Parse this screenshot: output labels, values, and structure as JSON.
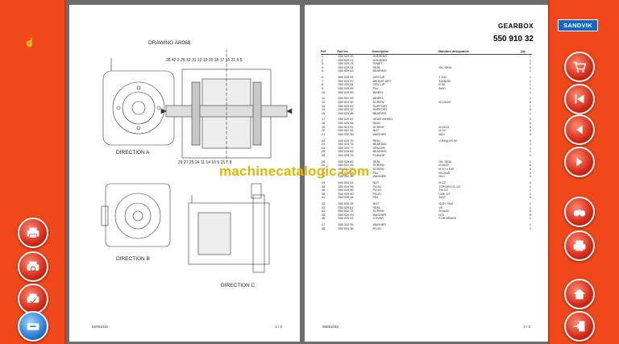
{
  "brand": "SANDVIK",
  "watermark": "machinecatalogic.com",
  "header": {
    "title": "GEARBOX",
    "number": "550 910 32"
  },
  "left_page": {
    "drawing_title": "DRAWING AR068",
    "views": [
      "DIRECTION A",
      "DIRECTION B",
      "DIRECTION C"
    ],
    "top_callouts": "28 42  2  26 12 31 13 19 20 18     17 16 21 6  5",
    "bottom_callouts": "29 27 25 24 11 14 10  9  15  7  8",
    "footer_left": "55091032",
    "footer_right": "1 /  2"
  },
  "table": {
    "headers": [
      "Ref",
      "Part no.",
      "Description",
      "Standard designation",
      "Qty"
    ],
    "rows": [
      [
        "1",
        "550 029 20",
        "HOUSING",
        "",
        "1"
      ],
      [
        "2",
        "550 029 21",
        "HOUSING",
        "",
        "1"
      ],
      [
        "3",
        "550 029 24",
        "SHAFT",
        "",
        "1"
      ],
      [
        "4",
        "550 029 51",
        "SEAL",
        "OIL SEAL",
        "1"
      ],
      [
        "5",
        "550 029 63",
        "BEARING",
        "",
        "1"
      ],
      [
        "",
        "",
        "",
        "",
        ""
      ],
      [
        "6",
        "550 029 53",
        "CIRCLIP",
        "J 130",
        "1"
      ],
      [
        "7",
        "550 029 67",
        "WEDGE KEY",
        "12x8x30",
        "1"
      ],
      [
        "8",
        "550 029 54",
        "CIRCLIP",
        "E 90",
        "1"
      ],
      [
        "9",
        "550 029 55",
        "PIN",
        "8x20",
        "2"
      ],
      [
        "10",
        "550 029 89",
        "WHEEL",
        "",
        "1"
      ],
      [
        "",
        "",
        "",
        "",
        ""
      ],
      [
        "11",
        "550 531 50",
        "WHEEL",
        "",
        "1"
      ],
      [
        "12",
        "550 531 90",
        "SCREW",
        "M 10x20",
        "6"
      ],
      [
        "13",
        "550 029 62",
        "SUPPORT",
        "",
        "1"
      ],
      [
        "14",
        "550 029 92",
        "SUPPORT",
        "",
        "3"
      ],
      [
        "15",
        "550 029 88",
        "BEARING",
        "",
        "1"
      ],
      [
        "",
        "",
        "",
        "",
        ""
      ],
      [
        "17",
        "550 029 87",
        "GEAR WHEEL",
        "",
        "3"
      ],
      [
        "18",
        "550 029 84",
        "RING",
        "",
        "3"
      ],
      [
        "19",
        "550 531 91",
        "SCREW",
        "M 4X12",
        "5"
      ],
      [
        "20",
        "550 531 31",
        "NUT",
        "M 12",
        "3"
      ],
      [
        "21",
        "550 032 36",
        "WASHER",
        "M12",
        "3"
      ],
      [
        "",
        "",
        "",
        "",
        ""
      ],
      [
        "22",
        "550 029 70",
        "RING",
        "V-Ring VS-90",
        "1"
      ],
      [
        "23",
        "550 029 76",
        "BEARING",
        "",
        "1"
      ],
      [
        "24",
        "550 029 77",
        "SPACER",
        "",
        "1"
      ],
      [
        "25",
        "550 029 69",
        "BEARING",
        "",
        "1"
      ],
      [
        "26",
        "550 029 75",
        "FLANGE",
        "",
        "1"
      ],
      [
        "",
        "",
        "",
        "",
        ""
      ],
      [
        "28",
        "550 029 82",
        "SEAL",
        "OIL SEAL",
        "1"
      ],
      [
        "29",
        "550 531 92",
        "SCREW",
        "M 8x20",
        "6"
      ],
      [
        "30",
        "550 531 93",
        "SCREW",
        "M 10 x 100",
        "4"
      ],
      [
        "31",
        "550 029 83",
        "PIN",
        "M12x45",
        "4"
      ],
      [
        "32",
        "550 032 36",
        "WASHER",
        "M12",
        "4"
      ],
      [
        "",
        "",
        "",
        "",
        ""
      ],
      [
        "34",
        "550 032 31",
        "NUT",
        "M 12",
        "4"
      ],
      [
        "35",
        "550 029 95",
        "PLUG",
        "TOPGRO G-1/2",
        "1"
      ],
      [
        "36",
        "550 029 96",
        "PLUG",
        "TM 1/2",
        "1"
      ],
      [
        "38",
        "550 029 90",
        "PLUG",
        "LMK 1/2",
        "1"
      ],
      [
        "41",
        "550 029 94",
        "PIN",
        "3x19",
        "3"
      ],
      [
        "",
        "",
        "",
        "",
        ""
      ],
      [
        "42",
        "550 532 28",
        "NUT",
        "GUH 70x2",
        "1"
      ],
      [
        "43",
        "550 029 81",
        "SEAL",
        "VS",
        "1"
      ],
      [
        "44",
        "550 532 22",
        "SCREW",
        "M 8x20",
        "3"
      ],
      [
        "45",
        "550 029 39",
        "WASHER",
        "M 8",
        "3"
      ],
      [
        "46",
        "550 029 91",
        "COVER",
        "FOR BRAKE",
        "1"
      ],
      [
        "",
        "",
        "",
        "",
        ""
      ],
      [
        "47",
        "550 032 35",
        "WASHER",
        "",
        "1"
      ],
      [
        "48",
        "550 531 36",
        "PLUG",
        "",
        "1"
      ]
    ],
    "footer_left": "55091032",
    "footer_right": "2 /  2"
  },
  "left_buttons": [
    "print-icon",
    "print-preview-icon",
    "print-settings-icon",
    "link-icon"
  ],
  "right_buttons": [
    "cart-icon",
    "first-page-icon",
    "previous-page-icon",
    "next-page-icon",
    "search-icon",
    "printer-icon",
    "home-icon",
    "exit-icon"
  ],
  "colors": {
    "sidebar": "#f0481a",
    "button": "#d42a18",
    "brand": "#1467c4",
    "watermark": "#e2b500"
  }
}
